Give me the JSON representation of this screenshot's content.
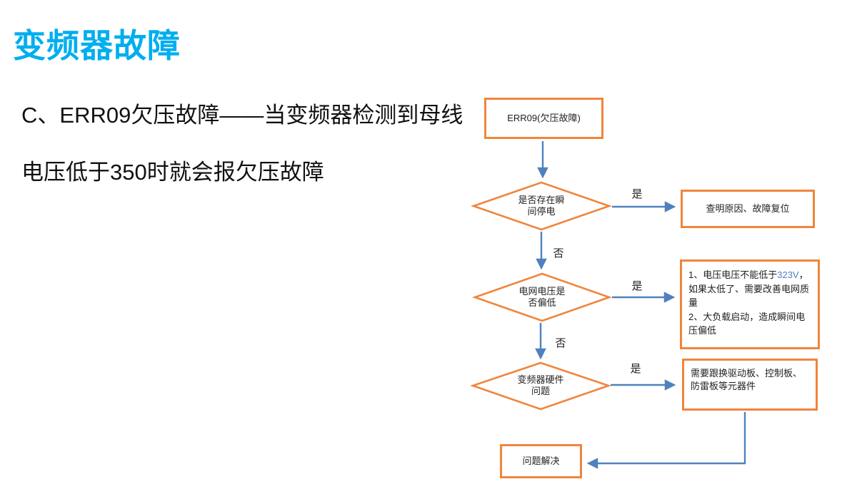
{
  "page": {
    "title": "变频器故障",
    "body_line1": "C、ERR09欠压故障——当变频器检测到母线",
    "body_line2": "电压低于350时就会报欠压故障"
  },
  "colors": {
    "title": "#00AEEF",
    "shape_border": "#F0853C",
    "arrow": "#4F81BD",
    "highlight": "#4F81BD"
  },
  "flowchart": {
    "start_box": "ERR09(欠压故障)",
    "decision1": {
      "line1": "是否存在瞬",
      "line2": "间停电"
    },
    "decision2": {
      "line1": "电网电压是",
      "line2": "否偏低"
    },
    "decision3": {
      "line1": "变频器硬件",
      "line2": "问题"
    },
    "result1": "查明原因、故障复位",
    "result2": {
      "item1_prefix": "1、电压电压不能低于",
      "item1_value": "323V",
      "item1_suffix": "，如果太低了、需要改善电网质量",
      "item2": "2、大负载启动，造成瞬间电压偏低"
    },
    "result3": "需要跟换驱动板、控制板、防雷板等元器件",
    "end_box": "问题解决",
    "labels": {
      "yes1": "是",
      "no1": "否",
      "yes2": "是",
      "no2": "否",
      "yes3": "是"
    }
  }
}
